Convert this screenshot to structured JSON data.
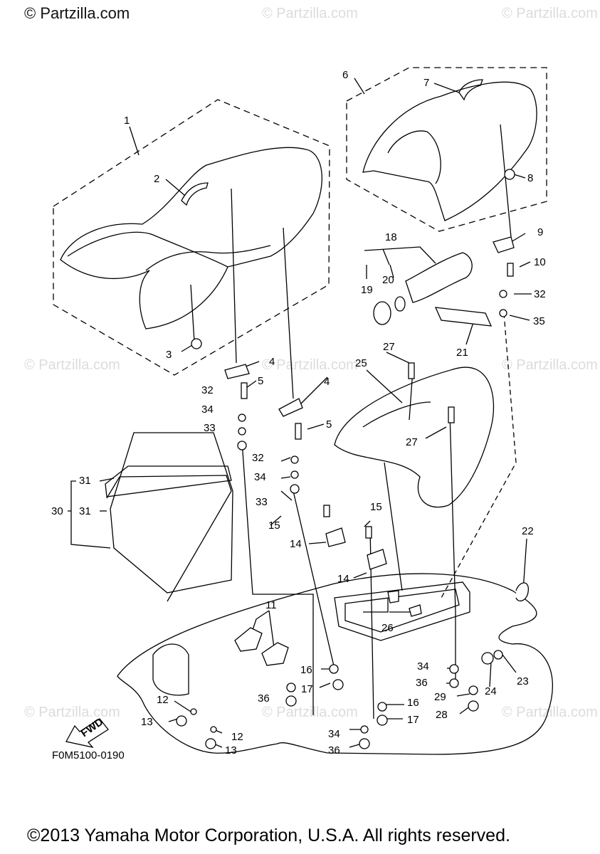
{
  "watermark_main": "© Partzilla.com",
  "watermark_faint": "© Partzilla.com",
  "fwd_label": "FWD",
  "drawing_code": "F0M5100-0190",
  "copyright": "©2013 Yamaha Motor Corporation, U.S.A. All rights reserved.",
  "callouts": [
    "1",
    "2",
    "3",
    "4",
    "5",
    "32",
    "34",
    "33",
    "4",
    "5",
    "32",
    "34",
    "33",
    "31",
    "30",
    "31",
    "6",
    "7",
    "8",
    "9",
    "10",
    "32",
    "35",
    "18",
    "20",
    "19",
    "21",
    "27",
    "25",
    "27",
    "15",
    "15",
    "14",
    "14",
    "22",
    "11",
    "26",
    "16",
    "17",
    "36",
    "12",
    "13",
    "12",
    "13",
    "34",
    "36",
    "29",
    "28",
    "24",
    "23",
    "16",
    "17",
    "34",
    "36"
  ],
  "colors": {
    "line": "#000000",
    "watermark": "#dcdcdc",
    "background": "#ffffff"
  }
}
